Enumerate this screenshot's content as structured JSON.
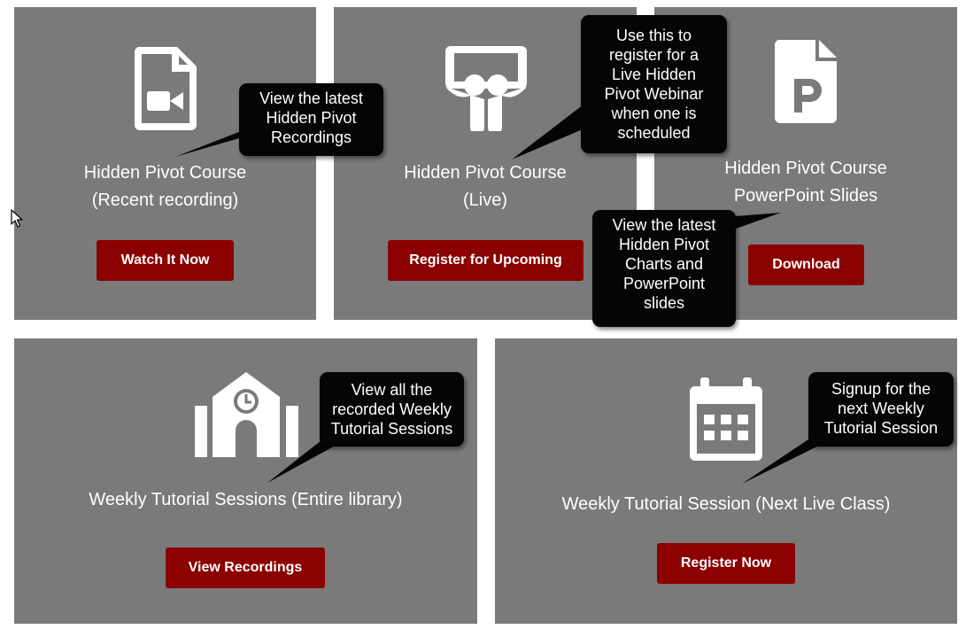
{
  "cards": {
    "recorded": {
      "title_line1": "Hidden Pivot Course",
      "title_line2": "(Recent recording)",
      "button": "Watch It Now",
      "icon": "video-file-icon"
    },
    "live": {
      "title_line1": "Hidden Pivot Course",
      "title_line2": "(Live)",
      "button": "Register for Upcoming",
      "icon": "slideshare-people-icon"
    },
    "slides": {
      "title_line1": "Hidden Pivot Course",
      "title_line2": "PowerPoint Slides",
      "button": "Download",
      "icon": "powerpoint-file-icon"
    },
    "library": {
      "title": "Weekly Tutorial Sessions (Entire library)",
      "button": "View Recordings",
      "icon": "school-building-icon"
    },
    "next_class": {
      "title": "Weekly Tutorial Session (Next Live Class)",
      "button": "Register Now",
      "icon": "calendar-icon"
    }
  },
  "callouts": {
    "recordings": [
      "View the latest",
      "Hidden Pivot",
      "Recordings"
    ],
    "live": [
      "Use this to",
      "register for a",
      "Live Hidden",
      "Pivot Webinar",
      "when  one is",
      "scheduled"
    ],
    "slides": [
      "View the latest",
      "Hidden Pivot",
      "Charts and",
      "PowerPoint",
      "slides"
    ],
    "library": [
      "View all the",
      "recorded Weekly",
      "Tutorial Sessions"
    ],
    "next_class": [
      "Signup for the",
      "next Weekly",
      "Tutorial Session"
    ]
  },
  "colors": {
    "card_bg": "#7a7a7a",
    "button_bg": "#8b0000",
    "callout_bg": "#050505",
    "text": "#ffffff"
  }
}
